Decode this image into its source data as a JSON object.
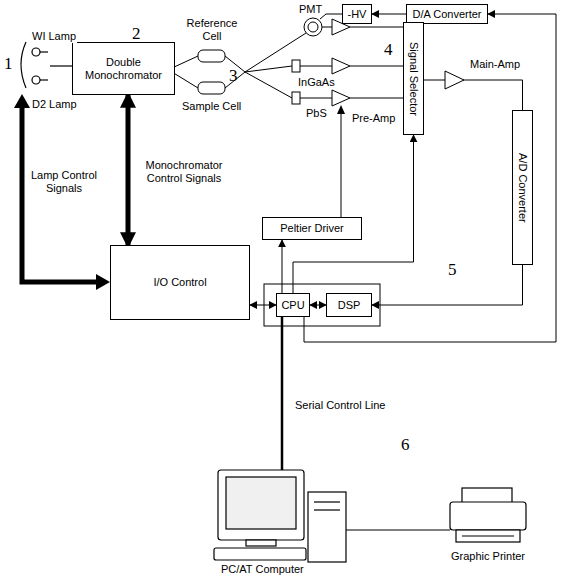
{
  "diagram": {
    "nodes": [
      {
        "text": [
          "Double Monochromator"
        ]
      },
      {
        "text": [
          "-HV"
        ]
      },
      {
        "text": [
          "D/A Converter"
        ]
      },
      {
        "text": [
          "Signal Selector"
        ]
      },
      {
        "text": [
          "A/D Converter"
        ]
      },
      {
        "text": [
          "Peltier Driver"
        ]
      },
      {
        "text": [
          "I/O Control"
        ]
      },
      {
        "text": [
          "CPU"
        ]
      },
      {
        "text": [
          "DSP"
        ]
      }
    ],
    "edges": [
      {
        "from": 2,
        "to": 1,
        "arrow": "to"
      },
      {
        "from": 7,
        "to": 2,
        "arrow": "to"
      },
      {
        "from": 4,
        "to": 8,
        "arrow": "to"
      },
      {
        "from": 8,
        "to": 7,
        "arrow": "both"
      },
      {
        "from": 7,
        "to": 6,
        "arrow": "both"
      },
      {
        "from": 6,
        "to": 0,
        "arrow": "both"
      },
      {
        "from": 7,
        "to": 5,
        "arrow": "to"
      },
      {
        "from": 7,
        "to": 3,
        "arrow": "to"
      },
      {
        "from": 3,
        "to": 4,
        "arrow": "none"
      }
    ],
    "labels": [
      "1",
      "WI Lamp",
      "D2 Lamp",
      "2",
      "Reference Cell",
      "Sample Cell",
      "3",
      "PMT",
      "InGaAs",
      "PbS",
      "Pre-Amp",
      "4",
      "Main-Amp",
      "Lamp Control Signals",
      "Monochromator Control Signals",
      "5",
      "Serial Control Line",
      "6",
      "PC/AT Computer",
      "Graphic Printer"
    ]
  }
}
